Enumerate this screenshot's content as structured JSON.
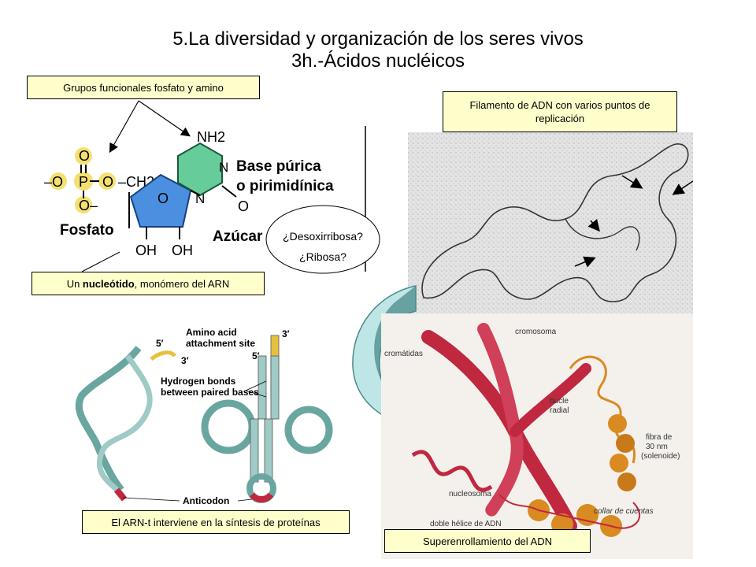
{
  "slide": {
    "title_line1": "5.La diversidad y organización de los seres vivos",
    "title_line2": "3h.-Ácidos nucléicos"
  },
  "labels": {
    "functional_groups": "Grupos funcionales fosfato y amino",
    "nucleotide_prefix": "Un ",
    "nucleotide_bold": "nucleótido",
    "nucleotide_suffix": ", monómero del ARN",
    "dna_filament": "Filamento de ADN con varios puntos de replicación",
    "trna": "El ARN-t interviene en la síntesis de proteínas",
    "supercoiling": "Superenrollamiento del ADN"
  },
  "question_bubble": {
    "line1": "¿Desoxirribosa?",
    "line2": "¿Ribosa?"
  },
  "nucleotide_diagram": {
    "nh2": "NH2",
    "n_top": "N",
    "n_bottom": "N",
    "o_ring": "O",
    "o_keto": "O",
    "o_top": "O",
    "o_left": "–O",
    "o_mid": "O",
    "p": "P",
    "o_bottom": "O–",
    "ch2": "–CH2",
    "base_line1": "Base púrica",
    "base_line2": "o pirimidínica",
    "phosphate": "Fosfato",
    "sugar": "Azúcar",
    "oh1": "OH",
    "oh2": "OH"
  },
  "trna_diagram": {
    "amino_site_line1": "Amino acid",
    "amino_site_line2": "attachment site",
    "five_prime_left": "5′",
    "three_prime_left": "3′",
    "three_prime_right": "3′",
    "five_prime_right": "5′",
    "hbonds_line1": "Hydrogen bonds",
    "hbonds_line2": "between paired bases",
    "anticodon": "Anticodon"
  },
  "chromosome_diagram": {
    "cromosoma": "cromosoma",
    "cromatidas": "cromátidas",
    "bucle_line1": "bucle",
    "bucle_line2": "radial",
    "fibra_line1": "fibra de",
    "fibra_line2": "30 nm",
    "fibra_line3": "(solenoide)",
    "nucleosoma": "nucleosoma",
    "collar": "collar de cuentas",
    "doble_helice": "doble hélice de ADN"
  },
  "colors": {
    "label_bg": "#ffffcc",
    "arrow_teal": "#4a8a8a",
    "arrow_light": "#bfe6e6",
    "base_green": "#55bb88",
    "sugar_blue": "#4488dd",
    "phosphate_yellow": "#f4e070",
    "chromosome_red": "#c02840",
    "nucleosome_orange": "#d98a20"
  }
}
